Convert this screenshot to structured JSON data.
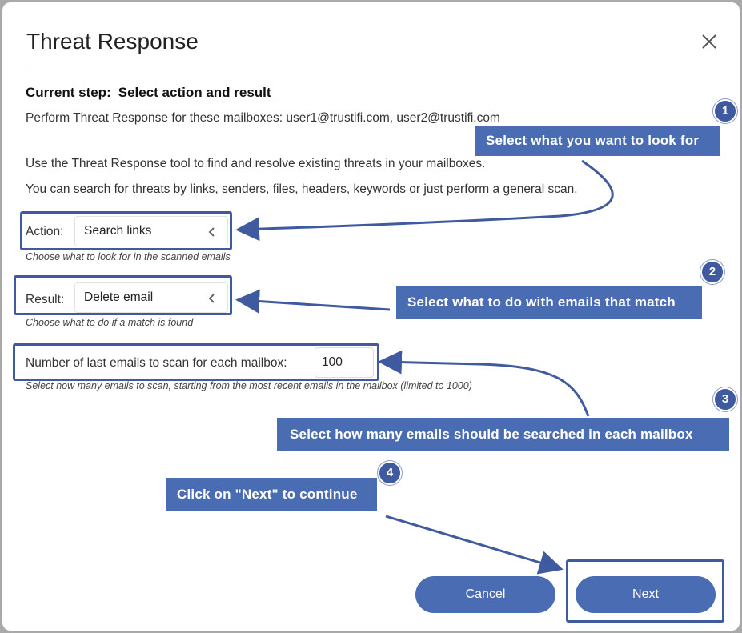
{
  "dialog": {
    "title": "Threat Response",
    "close_icon": "close-icon",
    "step_prefix": "Current step:",
    "step_name": "Select action and result",
    "mailboxes_text": "Perform Threat Response for these mailboxes: user1@trustifi.com, user2@trustifi.com",
    "intro_line1": "Use the Threat Response tool to find and resolve existing threats in your mailboxes.",
    "intro_line2": "You can search for threats by links, senders, files, headers, keywords or just perform a general scan."
  },
  "form": {
    "action": {
      "label": "Action:",
      "value": "Search links",
      "hint": "Choose what to look for in the scanned emails",
      "icon": "chevron-left-icon"
    },
    "result": {
      "label": "Result:",
      "value": "Delete email",
      "hint": "Choose what to do if a match is found",
      "icon": "chevron-left-icon"
    },
    "scan_count": {
      "label": "Number of last emails to scan for each mailbox:",
      "value": "100",
      "hint": "Select how many emails to scan, starting from the most recent emails in the mailbox (limited to 1000)"
    }
  },
  "annotations": [
    {
      "number": "1",
      "text": "Select what you want to look for"
    },
    {
      "number": "2",
      "text": "Select what to do with emails that match"
    },
    {
      "number": "3",
      "text": "Select how many emails should be searched in each mailbox"
    },
    {
      "number": "4",
      "text": "Click on \"Next\" to continue"
    }
  ],
  "footer": {
    "cancel_label": "Cancel",
    "next_label": "Next"
  },
  "colors": {
    "accent": "#4a6cb3",
    "annotation_border": "#3f5a9e",
    "backdrop": "#a9a9a9"
  }
}
